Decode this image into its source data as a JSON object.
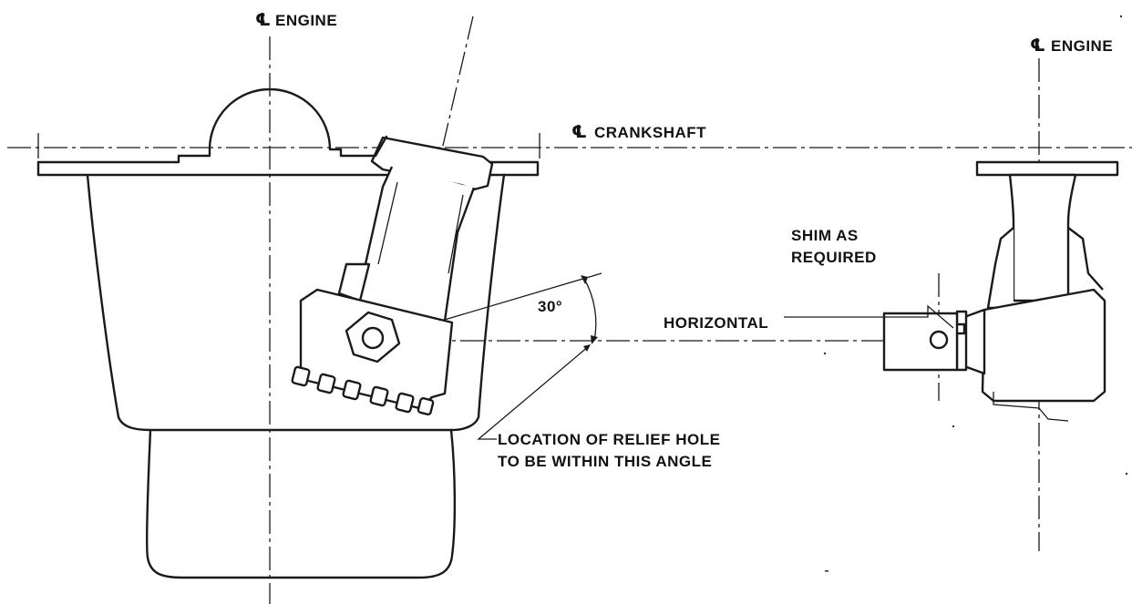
{
  "labels": {
    "engine_left": "ENGINE",
    "engine_right": "ENGINE",
    "crankshaft": "CRANKSHAFT",
    "horizontal": "HORIZONTAL",
    "angle": "30°",
    "shim_line1": "SHIM AS",
    "shim_line2": "REQUIRED",
    "relief_line1": "LOCATION OF RELIEF HOLE",
    "relief_line2": "TO BE WITHIN THIS ANGLE"
  },
  "symbols": {
    "centerline": "℄"
  }
}
